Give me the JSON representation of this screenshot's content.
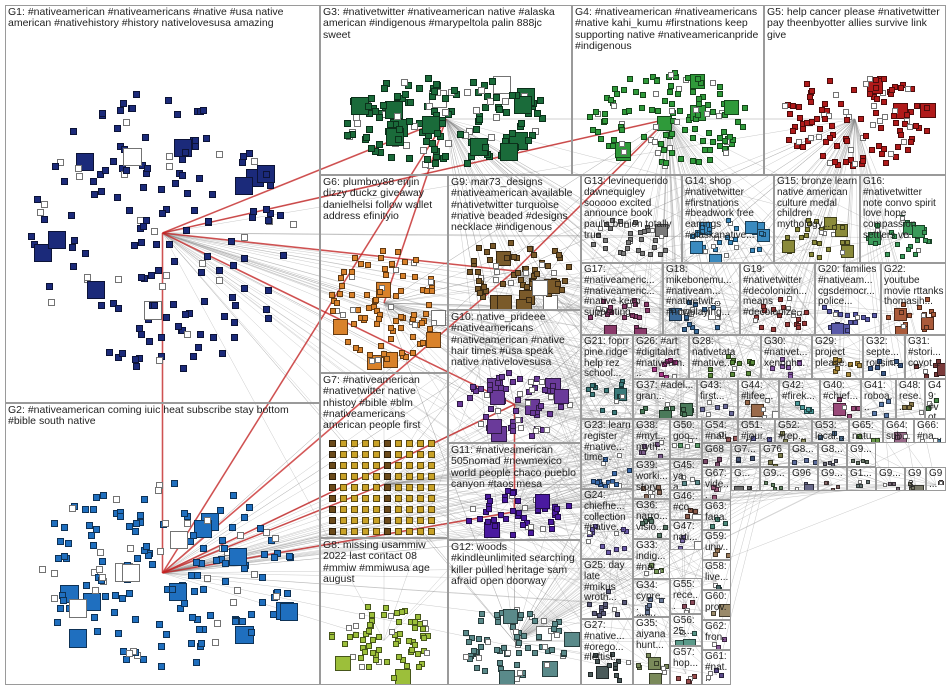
{
  "groups": [
    {
      "id": "G1",
      "label": "G1: #nativeamerican #nativeamericans #native #usa native american #nativehistory #history nativelovesusa amazing",
      "color": "#1b2a7a"
    },
    {
      "id": "G2",
      "label": "G2: #nativeamerican coming iuic heat subscribe stay bottom #bible south native",
      "color": "#1f6fbf"
    },
    {
      "id": "G3",
      "label": "G3: #nativetwitter #nativeamerican native #alaska american #indigenous #marypeltola palin 888jc sweet",
      "color": "#1a6b3a"
    },
    {
      "id": "G4",
      "label": "G4: #nativeamerican #nativeamericans #native kahi_kumu #firstnations keep supporting native #nativeamericanpride #indigenous",
      "color": "#2f9a3a"
    },
    {
      "id": "G5",
      "label": "G5: help cancer please #nativetwitter pay theenbyotter allies survive link give",
      "color": "#b01a1a"
    },
    {
      "id": "G6",
      "label": "G6: plumboy88 enjin dizzy duckz giveaway danielhelsi follow wallet address efinityio",
      "color": "#d9822b"
    },
    {
      "id": "G7",
      "label": "G7: #nativeamerican #nativetwitter native nhistoy #bible #blm #nativeamericans american people first",
      "color": "#c9a227"
    },
    {
      "id": "G8",
      "label": "G8: missing usammiw 2022 last contact 08 #mmiw #mmiwusa age august",
      "color": "#9cbf3a"
    },
    {
      "id": "G9",
      "label": "G9: mar73_designs #nativeamerican available #nativetwitter turquoise #native beaded #designs necklace #indigenous",
      "color": "#7a5a2a"
    },
    {
      "id": "G10",
      "label": "G10: native_prideee #nativeamericans #nativeamerican #native hair times #usa speak native nativelovesusa",
      "color": "#6a3a9a"
    },
    {
      "id": "G11",
      "label": "G11: #nativeamerican 505nomad #newmexico world people chaco pueblo canyon #taos mesa",
      "color": "#4a1aa0"
    },
    {
      "id": "G12",
      "label": "G12: woods #kindleunlimited searching killer pulled heritage sam afraid open doorway",
      "color": "#5a8a8a"
    },
    {
      "id": "G13",
      "label": "G13: levinequerido dawnequigley sooooo excited announce book paul's bunion totally true",
      "color": "#7a7a7a"
    },
    {
      "id": "G14",
      "label": "G14: shop #nativetwitter #firstnations #beadwork free earrings #alaskanative...",
      "color": "#3a8abf"
    },
    {
      "id": "G15",
      "label": "G15: bronze learn native american culture medal children mythology...",
      "color": "#8a8a3a"
    },
    {
      "id": "G16",
      "label": "G16: #nativetwitter note convo spirit love hope compassion settlers ve...",
      "color": "#3a9a5a"
    },
    {
      "id": "G17",
      "label": "G17: #nativeameric... #nativeameric... #native keep supporting...",
      "color": "#8a3a6a"
    },
    {
      "id": "G18",
      "label": "G18: mikebonemu... #nativeam... #nativetwit... #nowplaying...",
      "color": "#3a6a9a"
    },
    {
      "id": "G19",
      "label": "G19: #nativetwitter #decolonizin... means #decolonize...",
      "color": "#9a3a3a"
    },
    {
      "id": "G20",
      "label": "G20: families #nativeam... cgsdemocr... police...",
      "color": "#5a5aaa"
    },
    {
      "id": "G22",
      "label": "G22: youtube movie rttanks thomasjh...",
      "color": "#aa5a3a"
    },
    {
      "id": "G21",
      "label": "G21: foprr pine ridge help rez school...",
      "color": "#3a7a7a"
    },
    {
      "id": "G26",
      "label": "G26: #art #digitalart #nativeam...",
      "color": "#aa3a8a"
    },
    {
      "id": "G28",
      "label": "G28: nativetata #native...",
      "color": "#5a8a3a"
    },
    {
      "id": "G30",
      "label": "G30: #nativet... xenoph...",
      "color": "#8a5aaa"
    },
    {
      "id": "G29",
      "label": "G29: project please...",
      "color": "#aa8a3a"
    },
    {
      "id": "G32",
      "label": "G32: septe... rousin...",
      "color": "#3a5a8a"
    },
    {
      "id": "G31",
      "label": "G31: #stori... coyot...",
      "color": "#7a3a3a"
    },
    {
      "id": "G37",
      "label": "G37: #adel... gran...",
      "color": "#4a7a5a"
    },
    {
      "id": "G43",
      "label": "G43: first...",
      "color": "#6a6a9a"
    },
    {
      "id": "G44",
      "label": "G44: #lifee...",
      "color": "#9a6a4a"
    },
    {
      "id": "G42",
      "label": "G42: #firek...",
      "color": "#4a9a9a"
    },
    {
      "id": "G40",
      "label": "G40: #chief...",
      "color": "#9a4a7a"
    },
    {
      "id": "G41",
      "label": "G41: roboa...",
      "color": "#5a7aaa"
    },
    {
      "id": "G48",
      "label": "G48: rese...",
      "color": "#8a7a4a"
    },
    {
      "id": "G49",
      "label": "G49: #vot...",
      "color": "#4a8a4a"
    },
    {
      "id": "G23",
      "label": "G23: learn register #native... time...",
      "color": "#3a6aaa"
    },
    {
      "id": "G38",
      "label": "G38: #myt... myth...",
      "color": "#7a5a8a"
    },
    {
      "id": "G50",
      "label": "G50: goo...",
      "color": "#5a9a6a"
    },
    {
      "id": "G54",
      "label": "G54: #nati...",
      "color": "#9a5a5a"
    },
    {
      "id": "G51",
      "label": "G51: #jour...",
      "color": "#5a5a9a"
    },
    {
      "id": "G52",
      "label": "G52: #rep...",
      "color": "#8a8a5a"
    },
    {
      "id": "G53",
      "label": "G53: local...",
      "color": "#4a6a8a"
    },
    {
      "id": "G65",
      "label": "G65: natu...",
      "color": "#6a9a4a"
    },
    {
      "id": "G64",
      "label": "G64: sub...",
      "color": "#9a6a8a"
    },
    {
      "id": "G66",
      "label": "G66: #na...",
      "color": "#4a7a9a"
    },
    {
      "id": "G39",
      "label": "G39: worki... story...",
      "color": "#8a6a5a"
    },
    {
      "id": "G45",
      "label": "G45: ya a...",
      "color": "#5a8a8a"
    },
    {
      "id": "G68",
      "label": "G68",
      "color": "#7a4a6a"
    },
    {
      "id": "G7x",
      "label": "G7...",
      "color": "#4a5a7a"
    },
    {
      "id": "G76",
      "label": "G76",
      "color": "#7a7a4a"
    },
    {
      "id": "G8x",
      "label": "G8...",
      "color": "#5a6a9a"
    },
    {
      "id": "G67",
      "label": "G67: vide...",
      "color": "#9a5a7a"
    },
    {
      "id": "G24",
      "label": "G24: chiefhe... collection #native...",
      "color": "#6a5aaa"
    },
    {
      "id": "G36",
      "label": "G36: narro... visio...",
      "color": "#5a7a6a"
    },
    {
      "id": "G46",
      "label": "G46: #co...",
      "color": "#8a5a4a"
    },
    {
      "id": "G63",
      "label": "G63: fana...",
      "color": "#4a8a7a"
    },
    {
      "id": "G47",
      "label": "G47: nati...",
      "color": "#7a6aaa"
    },
    {
      "id": "G59",
      "label": "G59: univ...",
      "color": "#9a7a5a"
    },
    {
      "id": "G25",
      "label": "G25: day late #mikus wroth...",
      "color": "#5a5a7a"
    },
    {
      "id": "G33",
      "label": "G33: indig... #nat...",
      "color": "#7a9a5a"
    },
    {
      "id": "G55",
      "label": "G55: rece...",
      "color": "#8a4a5a"
    },
    {
      "id": "G58",
      "label": "G58: live...",
      "color": "#4a6a6a"
    },
    {
      "id": "G34",
      "label": "G34: cypre... grov...",
      "color": "#6a7a9a"
    },
    {
      "id": "G60",
      "label": "G60: prov...",
      "color": "#9a8a6a"
    },
    {
      "id": "G56",
      "label": "G56: 25...",
      "color": "#5a9a8a"
    },
    {
      "id": "G62",
      "label": "G62: fron...",
      "color": "#8a5a9a"
    },
    {
      "id": "G27",
      "label": "G27: #native... #orego... #leftist...",
      "color": "#4a5a5a"
    },
    {
      "id": "G35",
      "label": "G35: aiyana hunt...",
      "color": "#7a8a5a"
    },
    {
      "id": "G57",
      "label": "G57: hop...",
      "color": "#9a4a4a"
    },
    {
      "id": "G61",
      "label": "G61: #nat...",
      "color": "#5a4a8a"
    },
    {
      "id": "Gs1",
      "label": "G...",
      "color": "#6a6a6a"
    },
    {
      "id": "G9x",
      "label": "G9...",
      "color": "#6a8a6a"
    },
    {
      "id": "G96",
      "label": "G96",
      "color": "#6a6a8a"
    },
    {
      "id": "G9y",
      "label": "G9...",
      "color": "#8a6a6a"
    },
    {
      "id": "G1x",
      "label": "G1...",
      "color": "#6a7a7a"
    },
    {
      "id": "G9z",
      "label": "G9...",
      "color": "#7a6a7a"
    },
    {
      "id": "G93",
      "label": "G93",
      "color": "#7a7a6a"
    },
    {
      "id": "G8y",
      "label": "G8...",
      "color": "#6a6a7a"
    },
    {
      "id": "G9w",
      "label": "G9...",
      "color": "#7a6a6a"
    },
    {
      "id": "G9v",
      "label": "G9...",
      "color": "#6a7a6a"
    }
  ]
}
